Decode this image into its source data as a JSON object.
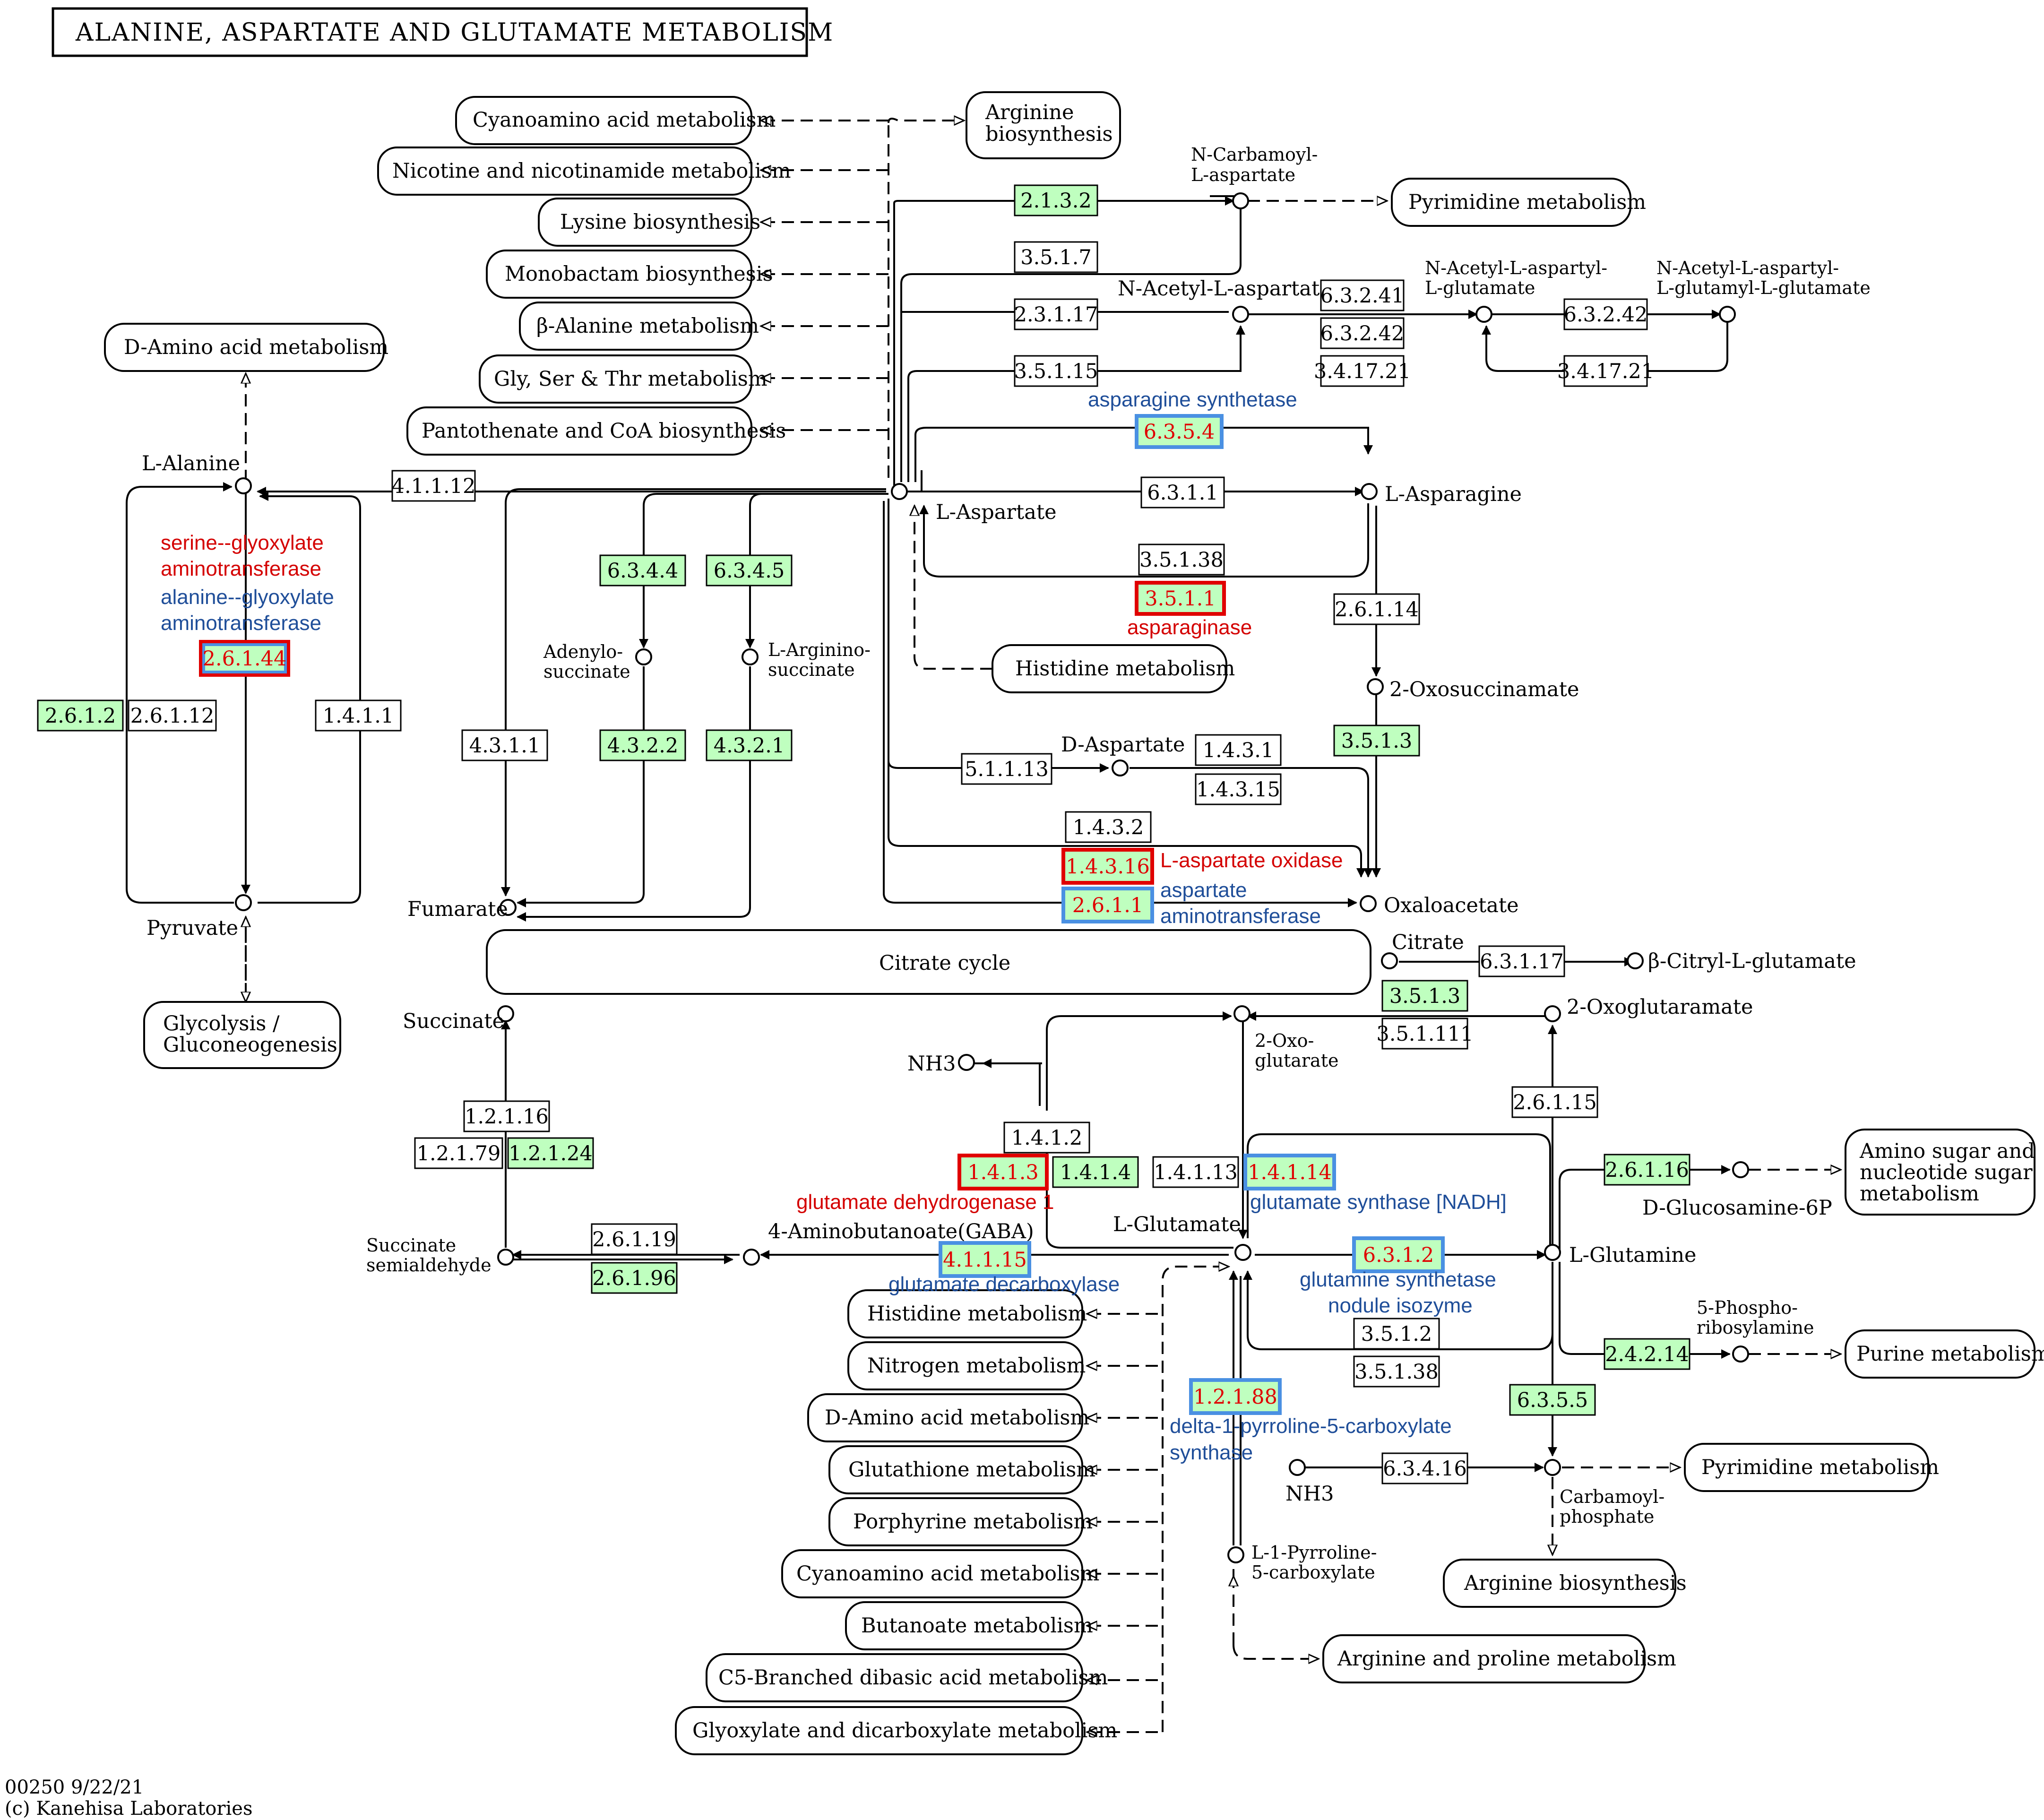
{
  "title": "ALANINE, ASPARTATE AND GLUTAMATE METABOLISM",
  "footer": {
    "map_id": "00250 9/22/21",
    "copyright": "(c) Kanehisa Laboratories"
  },
  "colors": {
    "green_fill": "#bfffbf",
    "highlight_red": "#e00000",
    "highlight_blue": "#4a90e2",
    "label_red": "#d40000",
    "label_blue": "#1f4e99"
  },
  "pathways": {
    "cyanoamino_top": "Cyanoamino acid metabolism",
    "arginine_biosynthesis_top_1": "Arginine",
    "arginine_biosynthesis_top_2": "biosynthesis",
    "nicotine": "Nicotine and nicotinamide metabolism",
    "lysine": "Lysine biosynthesis",
    "monobactam": "Monobactam biosynthesis",
    "beta_alanine": "β-Alanine metabolism",
    "gly_ser_thr": "Gly, Ser & Thr metabolism",
    "pantothenate": "Pantothenate and CoA biosynthesis",
    "d_amino_top": "D-Amino acid metabolism",
    "glycolysis_1": "Glycolysis /",
    "glycolysis_2": "Gluconeogenesis",
    "pyrimidine_top": "Pyrimidine metabolism",
    "histidine_mid": "Histidine metabolism",
    "citrate_cycle": "Citrate cycle",
    "amino_sugar_1": "Amino sugar and",
    "amino_sugar_2": "nucleotide sugar",
    "amino_sugar_3": "metabolism",
    "purine": "Purine metabolism",
    "pyrimidine_bottom": "Pyrimidine metabolism",
    "arginine_biosynthesis_bottom": "Arginine biosynthesis",
    "arginine_proline": "Arginine and proline metabolism",
    "histidine_bottom": "Histidine metabolism",
    "nitrogen": "Nitrogen metabolism",
    "d_amino_bottom": "D-Amino acid metabolism",
    "glutathione": "Glutathione metabolism",
    "porphyrine": "Porphyrine metabolism",
    "cyanoamino_bottom": "Cyanoamino acid metabolism",
    "butanoate": "Butanoate metabolism",
    "c5_branched": "C5-Branched dibasic acid metabolism",
    "glyoxylate": "Glyoxylate and dicarboxylate metabolism"
  },
  "compounds": {
    "l_alanine": "L-Alanine",
    "pyruvate": "Pyruvate",
    "l_aspartate": "L-Aspartate",
    "l_asparagine": "L-Asparagine",
    "n_carbamoyl_1": "N-Carbamoyl-",
    "n_carbamoyl_2": "L-aspartate",
    "n_acetyl_asp": "N-Acetyl-L-aspartate",
    "n_acetyl_glu_1": "N-Acetyl-L-aspartyl-",
    "n_acetyl_glu_2": "L-glutamate",
    "n_acetyl_glu_glu_1": "N-Acetyl-L-aspartyl-",
    "n_acetyl_glu_glu_2": "L-glutamyl-L-glutamate",
    "adenylo_1": "Adenylo-",
    "adenylo_2": "succinate",
    "arginino_1": "L-Arginino-",
    "arginino_2": "succinate",
    "two_oxosuccinamate": "2-Oxosuccinamate",
    "d_aspartate": "D-Aspartate",
    "fumarate": "Fumarate",
    "oxaloacetate": "Oxaloacetate",
    "citrate": "Citrate",
    "beta_citryl": "β-Citryl-L-glutamate",
    "succinate": "Succinate",
    "two_oxoglutarate_1": "2-Oxo-",
    "two_oxoglutarate_2": "glutarate",
    "two_oxoglutaramate": "2-Oxoglutaramate",
    "nh3_top": "NH3",
    "l_glutamate": "L-Glutamate",
    "l_glutamine": "L-Glutamine",
    "d_glucosamine": "D-Glucosamine-6P",
    "phosphoribosylamine_1": "5-Phospho-",
    "phosphoribosylamine_2": "ribosylamine",
    "succinate_semialdehyde_1": "Succinate",
    "succinate_semialdehyde_2": "semialdehyde",
    "gaba": "4-Aminobutanoate(GABA)",
    "nh3_bottom": "NH3",
    "carbamoyl_1": "Carbamoyl-",
    "carbamoyl_2": "phosphate",
    "pyrroline_1": "L-1-Pyrroline-",
    "pyrroline_2": "5-carboxylate"
  },
  "enzymes": {
    "e_2_1_3_2": "2.1.3.2",
    "e_3_5_1_7": "3.5.1.7",
    "e_2_3_1_17": "2.3.1.17",
    "e_3_5_1_15": "3.5.1.15",
    "e_6_3_2_41": "6.3.2.41",
    "e_6_3_2_42": "6.3.2.42",
    "e_3_4_17_21_a": "3.4.17.21",
    "e_6_3_2_42_b": "6.3.2.42",
    "e_3_4_17_21_b": "3.4.17.21",
    "e_6_3_5_4": "6.3.5.4",
    "e_4_1_1_12": "4.1.1.12",
    "e_6_3_1_1": "6.3.1.1",
    "e_3_5_1_38_top": "3.5.1.38",
    "e_3_5_1_1": "3.5.1.1",
    "e_2_6_1_14": "2.6.1.14",
    "e_6_3_4_4": "6.3.4.4",
    "e_6_3_4_5": "6.3.4.5",
    "e_2_6_1_44": "2.6.1.44",
    "e_2_6_1_2": "2.6.1.2",
    "e_2_6_1_12": "2.6.1.12",
    "e_1_4_1_1": "1.4.1.1",
    "e_4_3_1_1": "4.3.1.1",
    "e_4_3_2_2": "4.3.2.2",
    "e_4_3_2_1": "4.3.2.1",
    "e_3_5_1_3_top": "3.5.1.3",
    "e_5_1_1_13": "5.1.1.13",
    "e_1_4_3_1": "1.4.3.1",
    "e_1_4_3_15": "1.4.3.15",
    "e_1_4_3_2": "1.4.3.2",
    "e_1_4_3_16": "1.4.3.16",
    "e_2_6_1_1": "2.6.1.1",
    "e_6_3_1_17": "6.3.1.17",
    "e_3_5_1_3_mid": "3.5.1.3",
    "e_3_5_1_111": "3.5.1.111",
    "e_1_2_1_16": "1.2.1.16",
    "e_1_2_1_79": "1.2.1.79",
    "e_1_2_1_24": "1.2.1.24",
    "e_1_4_1_2": "1.4.1.2",
    "e_1_4_1_3": "1.4.1.3",
    "e_1_4_1_4": "1.4.1.4",
    "e_1_4_1_13": "1.4.1.13",
    "e_1_4_1_14": "1.4.1.14",
    "e_2_6_1_15": "2.6.1.15",
    "e_2_6_1_16": "2.6.1.16",
    "e_2_6_1_19": "2.6.1.19",
    "e_2_6_1_96": "2.6.1.96",
    "e_4_1_1_15": "4.1.1.15",
    "e_6_3_1_2": "6.3.1.2",
    "e_3_5_1_2": "3.5.1.2",
    "e_3_5_1_38_bottom": "3.5.1.38",
    "e_2_4_2_14": "2.4.2.14",
    "e_6_3_5_5": "6.3.5.5",
    "e_1_2_1_88": "1.2.1.88",
    "e_6_3_4_16": "6.3.4.16"
  },
  "annotations": {
    "asparagine_synthetase": "asparagine synthetase",
    "serine_glyoxylate_1": "serine--glyoxylate",
    "serine_glyoxylate_2": "aminotransferase",
    "alanine_glyoxylate_1": "alanine--glyoxylate",
    "alanine_glyoxylate_2": "aminotransferase",
    "asparaginase": "asparaginase",
    "l_aspartate_oxidase": "L-aspartate oxidase",
    "aspartate_aminotransferase_1": "aspartate",
    "aspartate_aminotransferase_2": "aminotransferase",
    "glutamate_dehydrogenase": "glutamate dehydrogenase 1",
    "glutamate_synthase": "glutamate synthase [NADH]",
    "glutamate_decarboxylase": "glutamate decarboxylase",
    "glutamine_synthetase_1": "glutamine synthetase",
    "glutamine_synthetase_2": "nodule isozyme",
    "p5c_synthase_1": "delta-1-pyrroline-5-carboxylate",
    "p5c_synthase_2": "synthase"
  }
}
